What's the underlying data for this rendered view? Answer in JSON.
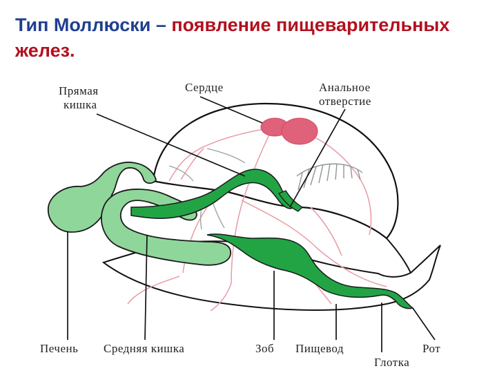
{
  "title": {
    "part1": "Тип Моллюски – ",
    "part2": "появление пищеварительных желез."
  },
  "labels": {
    "rectum_line1": "Прямая",
    "rectum_line2": "кишка",
    "heart": "Сердце",
    "anus_line1": "Анальное",
    "anus_line2": "отверстие",
    "liver": "Печень",
    "midgut": "Средняя кишка",
    "crop": "Зоб",
    "esophagus": "Пищевод",
    "mouth": "Рот",
    "pharynx": "Глотка"
  },
  "colors": {
    "title_blue": "#1f3f8f",
    "title_red": "#b3101e",
    "gut_green": "#22a445",
    "gland_light_green": "#8fd69a",
    "heart_pink": "#e0627a",
    "vessels": "#e8a0a8",
    "nerves": "#9aa0a0",
    "outline": "#111111"
  }
}
